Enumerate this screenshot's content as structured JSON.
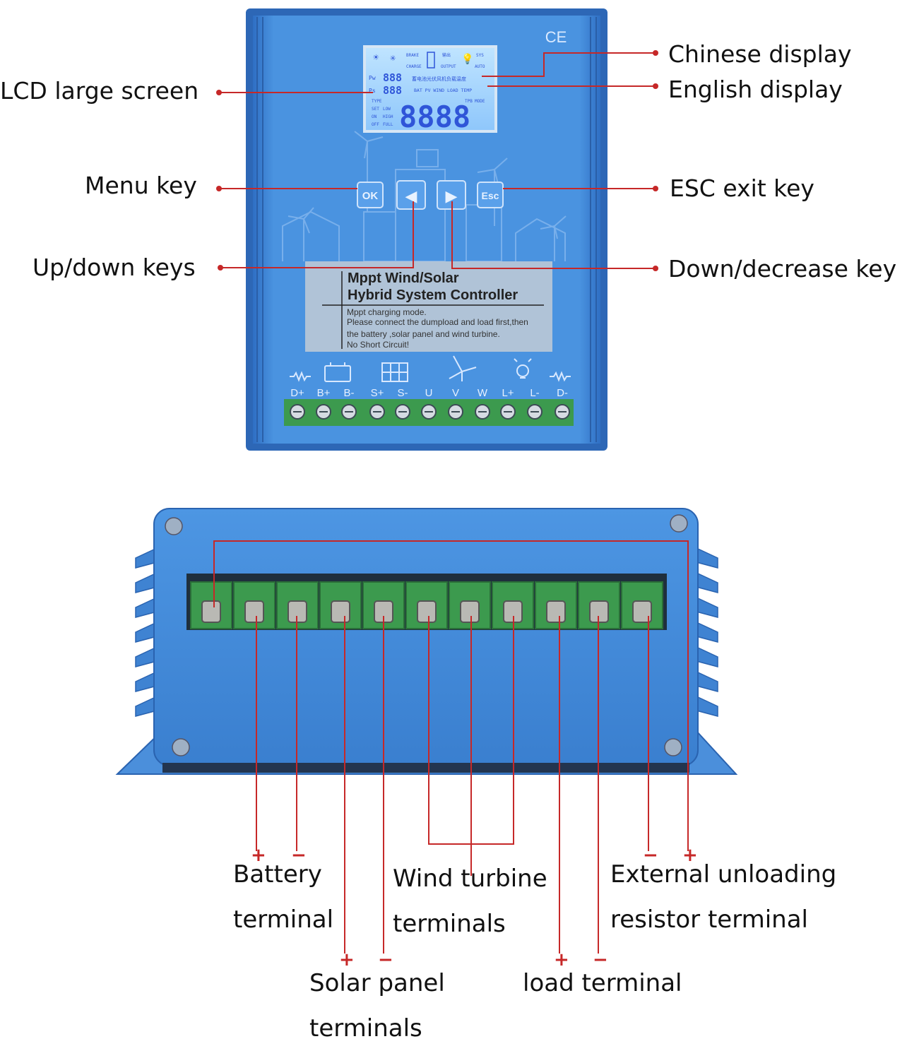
{
  "callouts_top": {
    "lcd": "LCD large screen",
    "menu": "Menu key",
    "updown": "Up/down keys",
    "chinese": "Chinese display",
    "english": "English display",
    "esc": "ESC exit key",
    "down": "Down/decrease key"
  },
  "device": {
    "ce_mark": "CE",
    "lcd": {
      "digits_big": "8888",
      "row1": "BAT PV WIND LOAD TEMP",
      "row_cn": "蓄电池光伏风机负载温度",
      "pw": "888",
      "pw_label": "Pw",
      "ps_label": "Ps",
      "ps": "888",
      "top_labels": [
        "BRAKE",
        "CHARGE",
        "输出",
        "OUTPUT",
        "SYS",
        "AUTO"
      ],
      "left_labels": [
        "TYPE",
        "SET",
        "LOW",
        "ON",
        "HIGH",
        "OFF",
        "FULL"
      ],
      "right_labels": [
        "TPB",
        "MODE"
      ]
    },
    "buttons": {
      "ok": "OK",
      "left": "◀",
      "right": "▶",
      "esc": "Esc"
    },
    "panel_title_1": "Mppt Wind/Solar",
    "panel_title_2": "Hybrid System Controller",
    "panel_lines": [
      "Mppt charging mode.",
      "Please connect the dumpload and load first,then",
      "the battery ,solar panel and wind turbine.",
      "No Short Circuit!"
    ],
    "terminal_labels": [
      "D+",
      "B+",
      "B-",
      "S+",
      "S-",
      "U",
      "V",
      "W",
      "L+",
      "L-",
      "D-"
    ]
  },
  "callouts_bottom": {
    "battery_1": "Battery",
    "battery_2": "terminal",
    "wind_1": "Wind turbine",
    "wind_2": "terminals",
    "external_1": "External unloading",
    "external_2": "resistor terminal",
    "solar_1": "Solar panel",
    "solar_2": "terminals",
    "load": "load terminal",
    "plus": "+",
    "minus": "−"
  },
  "colors": {
    "device_blue": "#3f86d6",
    "callout_red": "#c62828",
    "terminal_green": "#3c9a4e",
    "lcd_blue": "#3d6df2"
  }
}
